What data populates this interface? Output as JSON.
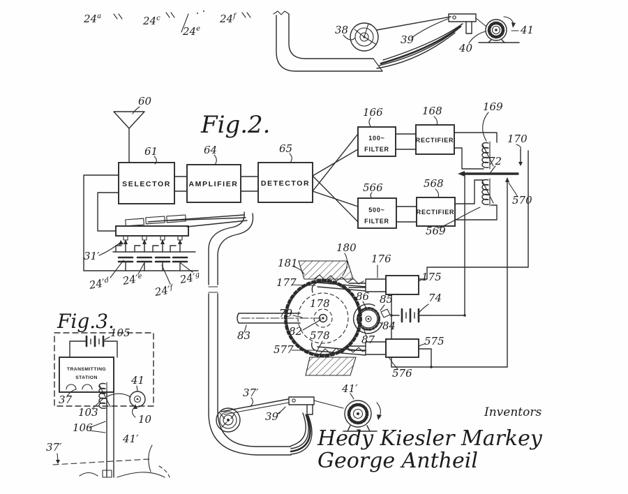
{
  "top_labels": [
    {
      "base": "24",
      "sup": "a"
    },
    {
      "base": "24",
      "sup": "c"
    },
    {
      "base": "24",
      "sup": "e"
    },
    {
      "base": "24",
      "sup": "f"
    }
  ],
  "top_mech": {
    "spool": "38",
    "guide": "39",
    "lead": "40",
    "motor": "41"
  },
  "fig2": {
    "title": "Fig.2.",
    "antenna": "60",
    "selector_ref": "61",
    "selector": "SELECTOR",
    "amplifier_ref": "64",
    "amplifier": "AMPLIFIER",
    "detector_ref": "65",
    "detector": "DETECTOR",
    "filter100_ref": "166",
    "filter100_line1": "100~",
    "filter100_line2": "FILTER",
    "rectifier100_ref": "168",
    "rectifier100": "RECTIFIER",
    "coil100_ref": "169",
    "contact_upper_ref": "170",
    "armature_ref": "72",
    "filter500_ref": "566",
    "filter500_line1": "500~",
    "filter500_line2": "FILTER",
    "rectifier500_ref": "568",
    "rectifier500": "RECTIFIER",
    "coil500_ref": "569",
    "contact_lower_ref": "570"
  },
  "caps": {
    "arm_ref": "31′",
    "items": [
      {
        "base": "24′",
        "sup": "d"
      },
      {
        "base": "24′",
        "sup": "e"
      },
      {
        "base": "24′",
        "sup": "f"
      },
      {
        "base": "24′",
        "sup": "g"
      }
    ]
  },
  "mech": {
    "stop": "181",
    "pawl_upper": "177",
    "spring": "180",
    "armature_upper": "176",
    "magnet_upper": "175",
    "battery": "74",
    "gear": "79",
    "hub": "178",
    "pinion": "86",
    "ring": "85",
    "shaft": "83",
    "disc": "82",
    "teeth": "578",
    "detent": "84",
    "pin": "87",
    "pawl_lower": "577",
    "magnet_lower": "575",
    "armature_lower": "576"
  },
  "fig3": {
    "title": "Fig.3.",
    "battery": "105",
    "station_line1": "TRANSMITTING",
    "station_line2": "STATION",
    "brush": "37",
    "coil": "103",
    "motor": "41",
    "assembly": "10",
    "line": "106",
    "tape": "37′",
    "motor2": "41′"
  },
  "bottom_mech": {
    "tape": "37′",
    "guide": "39′",
    "motor": "41′"
  },
  "signature": {
    "caption": "Inventors",
    "name1": "Hedy Kiesler Markey",
    "name2": "George Antheil"
  }
}
